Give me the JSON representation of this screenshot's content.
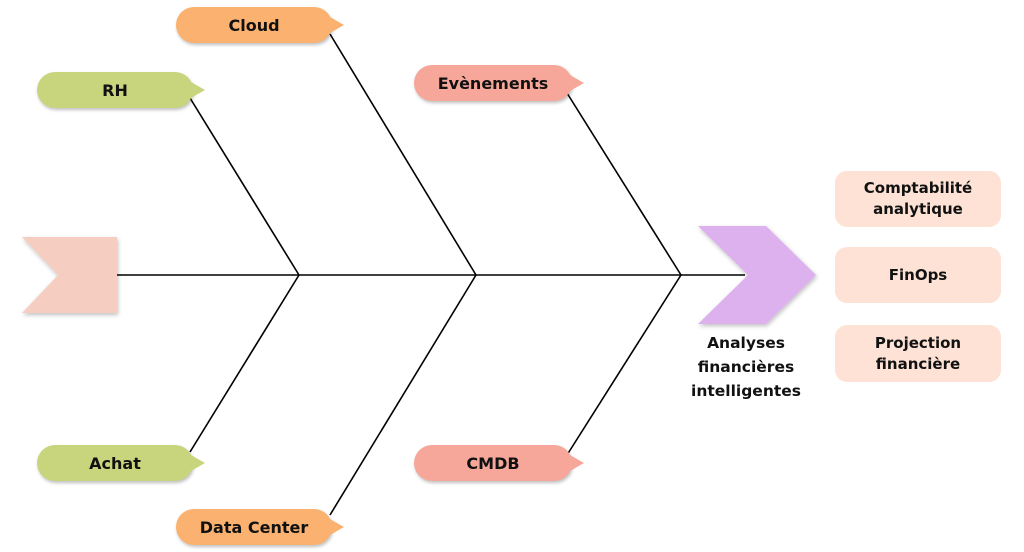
{
  "colors": {
    "green": "#c9d57c",
    "orange": "#fbb16f",
    "pink": "#f7a79a",
    "head": "#ddb0ee",
    "tail": "#f6cdc1",
    "outcome": "#fde2d5",
    "line": "#000000"
  },
  "causes": {
    "rh": {
      "label": "RH"
    },
    "achat": {
      "label": "Achat"
    },
    "cloud": {
      "label": "Cloud"
    },
    "data_center": {
      "label": "Data Center"
    },
    "evenements": {
      "label": "Evènements"
    },
    "cmdb": {
      "label": "CMDB"
    }
  },
  "effect": {
    "label": "Analyses\nfinancières\nintelligentes"
  },
  "outcomes": [
    {
      "label": "Comptabilité\nanalytique"
    },
    {
      "label": "FinOps"
    },
    {
      "label": "Projection\nfinancière"
    }
  ]
}
